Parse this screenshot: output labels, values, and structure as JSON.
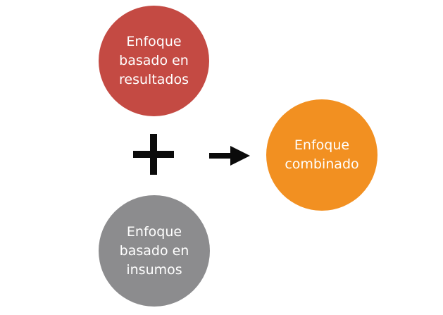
{
  "diagram": {
    "results_approach": {
      "label": "Enfoque\nbasado en\nresultados",
      "color": "#c44a43"
    },
    "inputs_approach": {
      "label": "Enfoque\nbasado en\ninsumos",
      "color": "#8c8c8e"
    },
    "combined_approach": {
      "label": "Enfoque\ncombinado",
      "color": "#f29021"
    },
    "operator_icon": "plus-icon",
    "result_icon": "arrow-right-icon",
    "symbol_color": "#0b0b0b"
  }
}
